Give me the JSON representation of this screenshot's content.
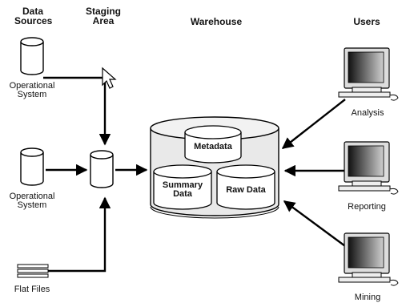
{
  "headers": {
    "data_sources": [
      "Data",
      "Sources"
    ],
    "staging_area": [
      "Staging",
      "Area"
    ],
    "warehouse": "Warehouse",
    "users": "Users"
  },
  "sources": {
    "operational_1": [
      "Operational",
      "System"
    ],
    "operational_2": [
      "Operational",
      "System"
    ],
    "flat_files": "Flat Files"
  },
  "warehouse": {
    "metadata": "Metadata",
    "summary_data": [
      "Summary",
      "Data"
    ],
    "raw_data": "Raw Data"
  },
  "users": {
    "analysis": "Analysis",
    "reporting": "Reporting",
    "mining": "Mining"
  }
}
